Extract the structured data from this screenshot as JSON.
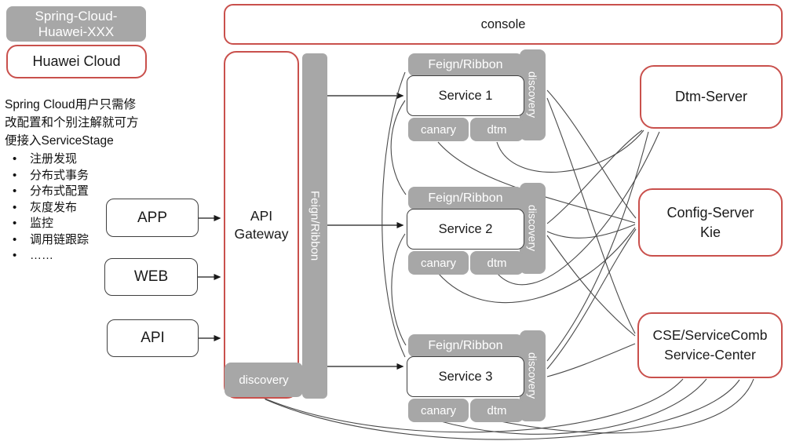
{
  "colors": {
    "gray_fill": "#a7a7a7",
    "red_border": "#c9504c",
    "dark_border": "#3f3f3f",
    "line": "#4a4a4a"
  },
  "header": {
    "badge_line1": "Spring-Cloud-",
    "badge_line2": "Huawei-XXX",
    "cloud_label": "Huawei Cloud"
  },
  "intro": {
    "line1": "Spring Cloud用户只需修",
    "line2": "改配置和个别注解就可方",
    "line3": "便接入ServiceStage",
    "bullets": [
      "注册发现",
      "分布式事务",
      "分布式配置",
      "灰度发布",
      "监控",
      "调用链跟踪",
      "……"
    ]
  },
  "clients": {
    "app": "APP",
    "web": "WEB",
    "api": "API"
  },
  "console": {
    "label": "console"
  },
  "gateway": {
    "line1": "API",
    "line2": "Gateway",
    "feign_label": "Feign/Ribbon",
    "discovery_label": "discovery"
  },
  "services": [
    {
      "feign": "Feign/Ribbon",
      "name": "Service 1",
      "canary": "canary",
      "dtm": "dtm",
      "discovery": "discovery"
    },
    {
      "feign": "Feign/Ribbon",
      "name": "Service 2",
      "canary": "canary",
      "dtm": "dtm",
      "discovery": "discovery"
    },
    {
      "feign": "Feign/Ribbon",
      "name": "Service 3",
      "canary": "canary",
      "dtm": "dtm",
      "discovery": "discovery"
    }
  ],
  "servers": {
    "dtm": {
      "line1": "Dtm-Server"
    },
    "config": {
      "line1": "Config-Server",
      "line2": "Kie"
    },
    "cse": {
      "line1": "CSE/ServiceComb",
      "line2": "Service-Center"
    }
  }
}
